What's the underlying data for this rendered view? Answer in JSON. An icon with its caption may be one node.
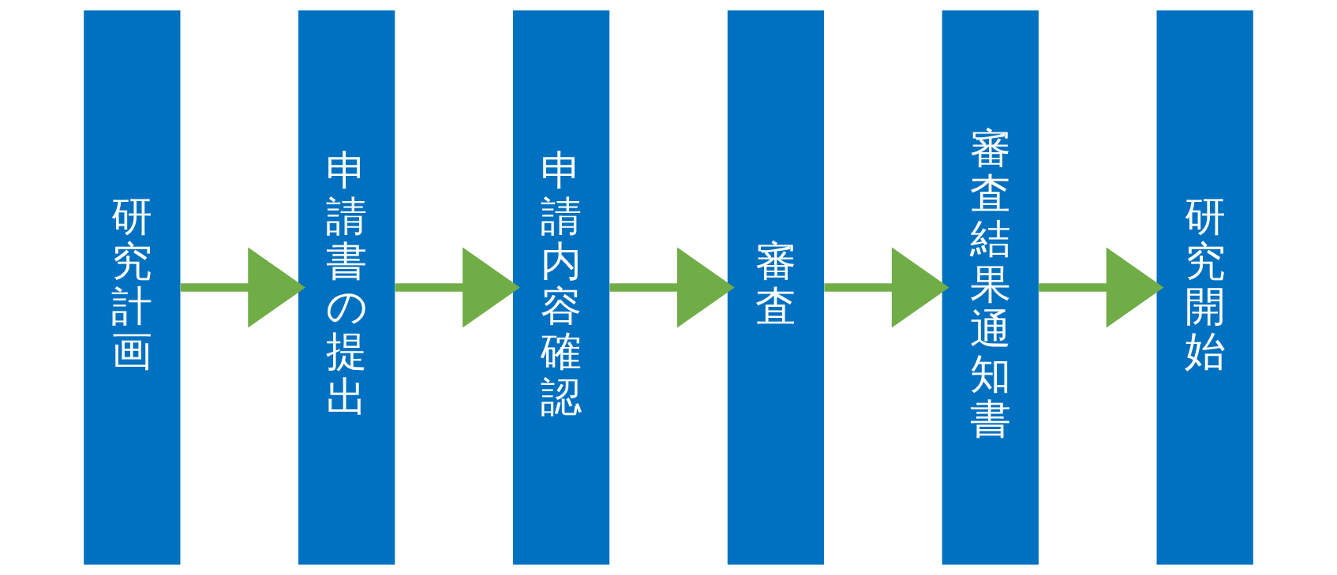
{
  "diagram": {
    "nodes": [
      {
        "text": [
          "研究計画"
        ]
      },
      {
        "text": [
          "申請書の提出"
        ]
      },
      {
        "text": [
          "申請内容確認"
        ]
      },
      {
        "text": [
          "審査"
        ]
      },
      {
        "text": [
          "審査結果通知書"
        ]
      },
      {
        "text": [
          "研究開始"
        ]
      }
    ],
    "edges": [
      {
        "from": 0,
        "to": 1,
        "arrow": "to"
      },
      {
        "from": 1,
        "to": 2,
        "arrow": "to"
      },
      {
        "from": 2,
        "to": 3,
        "arrow": "to"
      },
      {
        "from": 3,
        "to": 4,
        "arrow": "to"
      },
      {
        "from": 4,
        "to": 5,
        "arrow": "to"
      }
    ]
  }
}
